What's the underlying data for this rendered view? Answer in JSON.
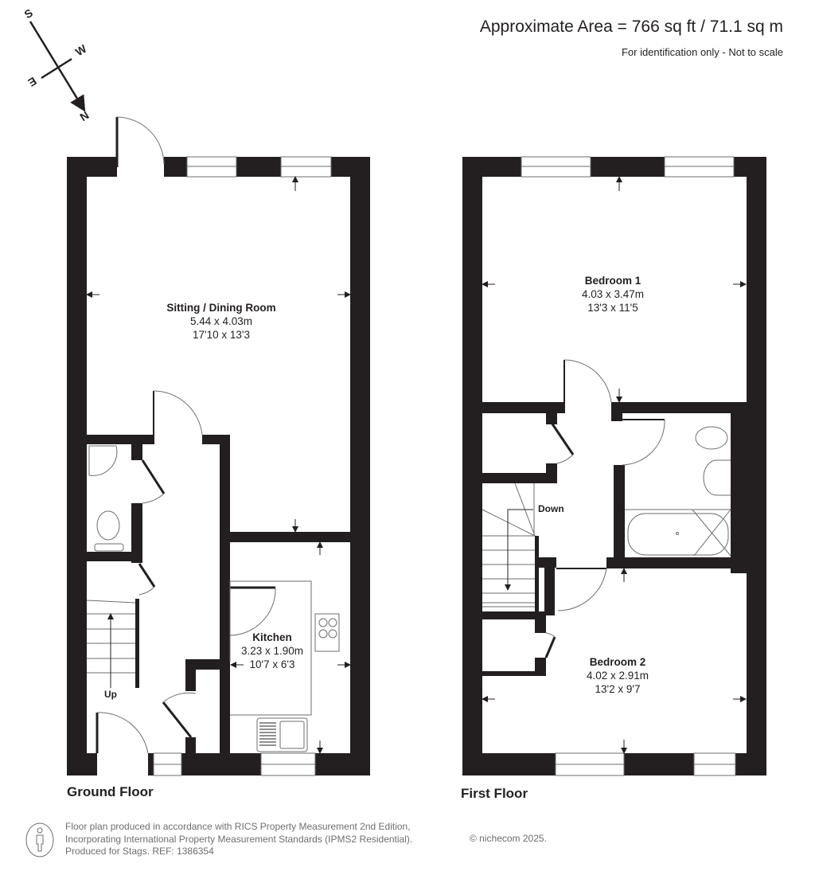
{
  "header": {
    "area": "Approximate Area = 766 sq ft / 71.1 sq m",
    "disclaimer": "For identification only - Not to scale"
  },
  "compass": {
    "icon": "compass-icon",
    "labels": {
      "north": "N",
      "south": "S",
      "east": "E",
      "west": "W"
    }
  },
  "floors": [
    {
      "label": "Ground Floor",
      "rooms": [
        {
          "name": "Sitting / Dining Room",
          "metric": "5.44 x 4.03m",
          "imperial": "17'10 x 13'3"
        },
        {
          "name": "Kitchen",
          "metric": "3.23 x 1.90m",
          "imperial": "10'7 x 6'3"
        }
      ],
      "stairs_label": "Up"
    },
    {
      "label": "First Floor",
      "rooms": [
        {
          "name": "Bedroom 1",
          "metric": "4.03 x 3.47m",
          "imperial": "13'3 x 11'5"
        },
        {
          "name": "Bedroom 2",
          "metric": "4.02 x 2.91m",
          "imperial": "13'2 x 9'7"
        }
      ],
      "stairs_label": "Down"
    }
  ],
  "footer": {
    "icon": "person-icon",
    "lines": [
      "Floor plan produced in accordance with RICS Property Measurement 2nd Edition,",
      "Incorporating International Property Measurement Standards (IPMS2 Residential).",
      "Produced for Stags.   REF: 1386354"
    ],
    "copyright": "© nichecom 2025."
  },
  "colors": {
    "wall": "#231f20",
    "fixture_line": "#6d6e71",
    "footer_text": "#6d6e71",
    "background": "#ffffff"
  }
}
